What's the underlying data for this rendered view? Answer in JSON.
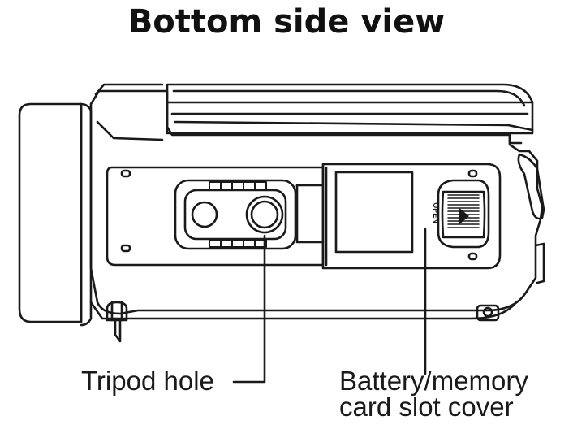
{
  "title": "Bottom side view",
  "callouts": {
    "tripod_hole": "Tripod hole",
    "battery_cover_line1": "Battery/memory",
    "battery_cover_line2": "card slot cover"
  },
  "device": {
    "cover_embossed_text": "OPEN"
  },
  "colors": {
    "line": "#1a1a1a",
    "background": "#ffffff"
  }
}
